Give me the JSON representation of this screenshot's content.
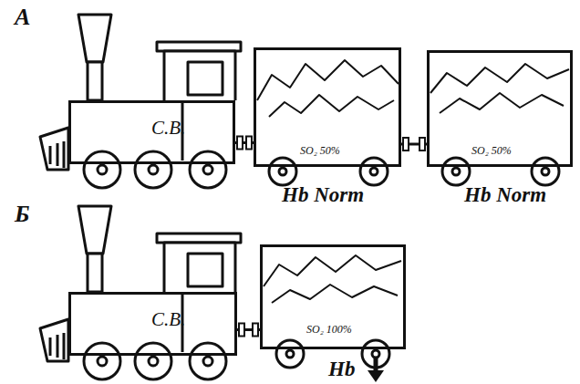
{
  "diagram": {
    "nodes": [
      {
        "text": [
          "С.В."
        ]
      },
      {
        "text": [
          "SO₂ 50%",
          "Hb Norm"
        ]
      },
      {
        "text": [
          "SO₂ 50%",
          "Hb Norm"
        ]
      },
      {
        "text": [
          "С.В."
        ]
      },
      {
        "text": [
          "SO₂ 100%",
          "Hb"
        ]
      }
    ],
    "edges": [
      {
        "from": 0,
        "to": 1,
        "arrow": "none"
      },
      {
        "from": 1,
        "to": 2,
        "arrow": "none"
      },
      {
        "from": 3,
        "to": 4,
        "arrow": "none"
      }
    ],
    "labels": [
      "А",
      "Б"
    ]
  }
}
